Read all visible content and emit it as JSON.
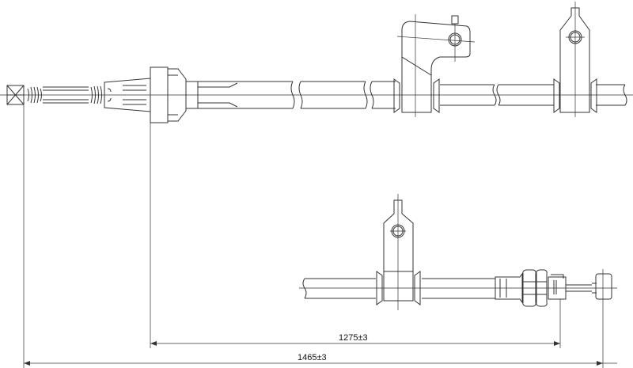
{
  "dimensions": [
    {
      "label": "1275±3",
      "value_mm": 1275,
      "tolerance_mm": 3
    },
    {
      "label": "1465±3",
      "value_mm": 1465,
      "tolerance_mm": 3
    }
  ],
  "colors": {
    "line": "#333333",
    "background": "#ffffff"
  }
}
